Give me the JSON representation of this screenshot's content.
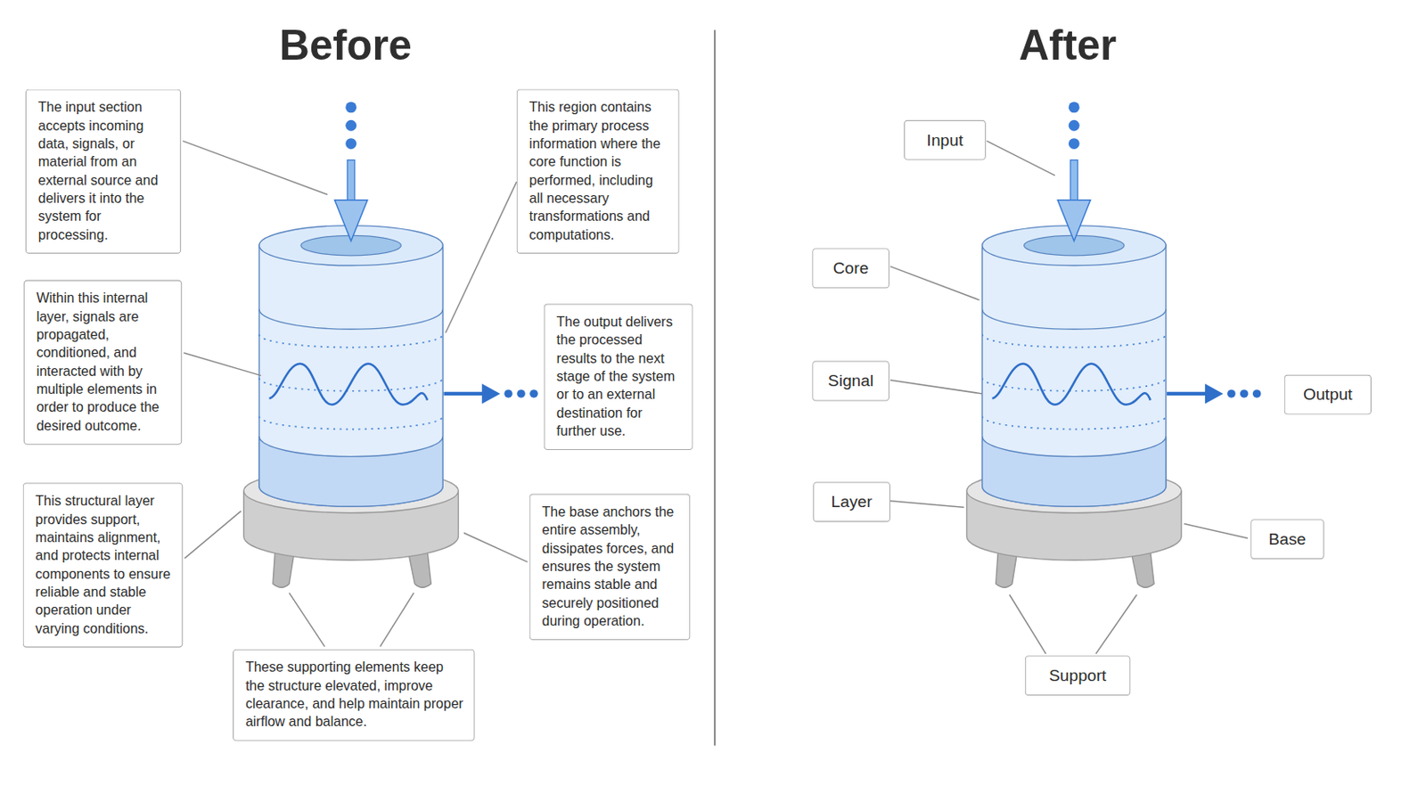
{
  "diagram": {
    "nodes": [
      {
        "text": [
          "The input section accepts incoming data, signals, or material from an external source and delivers it into the system for processing."
        ]
      },
      {
        "text": [
          "This region contains the primary process information where the core function is performed, including all necessary transformations and computations."
        ]
      },
      {
        "text": [
          "Within this internal layer, signals are propagated, conditioned, and interacted with by multiple elements in order to produce the desired outcome."
        ]
      },
      {
        "text": [
          "The output delivers the processed results to the next stage of the system or to an external destination for further use."
        ]
      },
      {
        "text": [
          "This structural layer provides support, maintains alignment, and protects internal components to ensure reliable and stable operation under varying conditions."
        ]
      },
      {
        "text": [
          "The base anchors the entire assembly, dissipates forces, and ensures the system remains stable and securely positioned during operation."
        ]
      },
      {
        "text": [
          "These supporting elements keep the structure elevated, improve clearance, and help maintain proper airflow and balance."
        ]
      },
      {
        "text": [
          "Input"
        ]
      },
      {
        "text": [
          "Core"
        ]
      },
      {
        "text": [
          "Signal"
        ]
      },
      {
        "text": [
          "Output"
        ]
      },
      {
        "text": [
          "Layer"
        ]
      },
      {
        "text": [
          "Base"
        ]
      },
      {
        "text": [
          "Support"
        ]
      }
    ],
    "labels": [
      "Before",
      "After"
    ]
  }
}
